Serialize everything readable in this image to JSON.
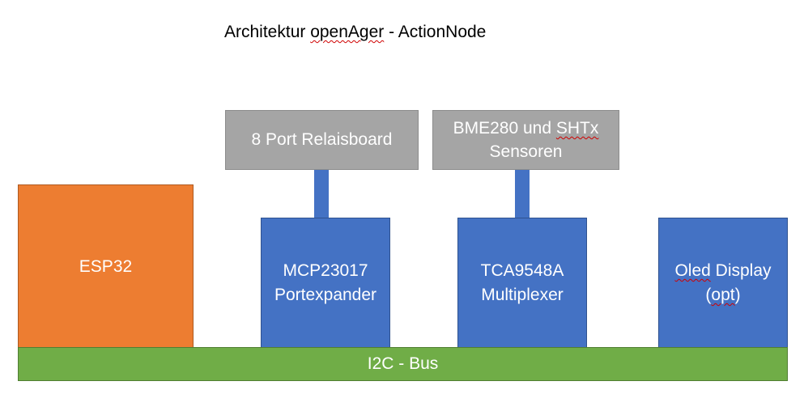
{
  "title": {
    "prefix": "Architektur ",
    "highlight": "openAger",
    "suffix": " - ActionNode"
  },
  "relay_board": {
    "label": "8 Port Relaisboard"
  },
  "sensors": {
    "line1_a": "BME280 und ",
    "line1_b": "SHTx",
    "line2": "Sensoren"
  },
  "esp32": {
    "label": "ESP32"
  },
  "mcp": {
    "line1": "MCP23017",
    "line2": "Portexpander"
  },
  "tca": {
    "line1": "TCA9548A",
    "line2": "Multiplexer"
  },
  "oled": {
    "line1_a": "Oled",
    "line1_b": " Display",
    "line2": "opt"
  },
  "bus": {
    "label": "I2C - Bus"
  },
  "colors": {
    "gray": "#a5a5a5",
    "blue": "#4472c4",
    "orange": "#ed7d31",
    "green": "#70ad47"
  }
}
